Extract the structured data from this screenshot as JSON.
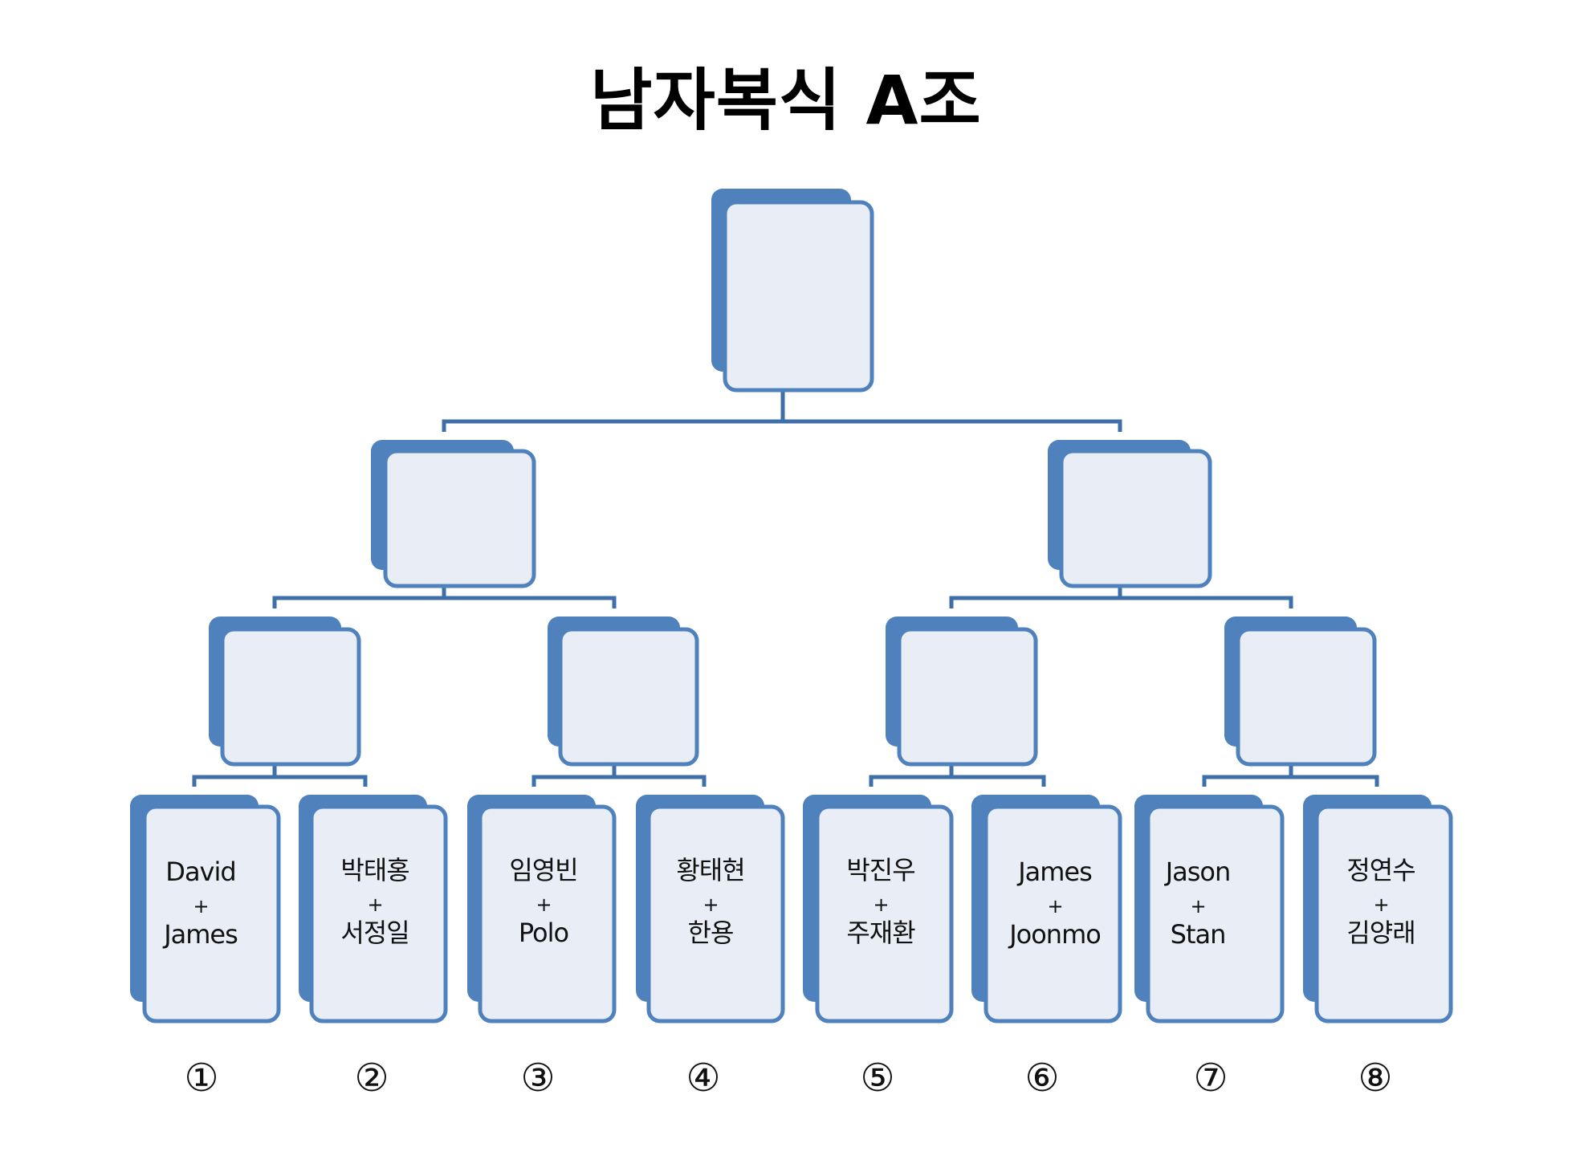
{
  "title": "남자복식 A조",
  "colors": {
    "card_back": "#4f81bd",
    "card_fill": "#e9eef6",
    "card_border": "#4f81bd",
    "connector": "#3f6fa8"
  },
  "teams": [
    {
      "seed": "①",
      "player1": "David",
      "plus": "+",
      "player2": "James"
    },
    {
      "seed": "②",
      "player1": "박태홍",
      "plus": "+",
      "player2": "서정일"
    },
    {
      "seed": "③",
      "player1": "임영빈",
      "plus": "+",
      "player2": "Polo"
    },
    {
      "seed": "④",
      "player1": "황태현",
      "plus": "+",
      "player2": "한용"
    },
    {
      "seed": "⑤",
      "player1": "박진우",
      "plus": "+",
      "player2": "주재환"
    },
    {
      "seed": "⑥",
      "player1": "James",
      "plus": "+",
      "player2": "Joonmo"
    },
    {
      "seed": "⑦",
      "player1": "Jason",
      "plus": "+",
      "player2": "Stan"
    },
    {
      "seed": "⑧",
      "player1": "정연수",
      "plus": "+",
      "player2": "김양래"
    }
  ]
}
